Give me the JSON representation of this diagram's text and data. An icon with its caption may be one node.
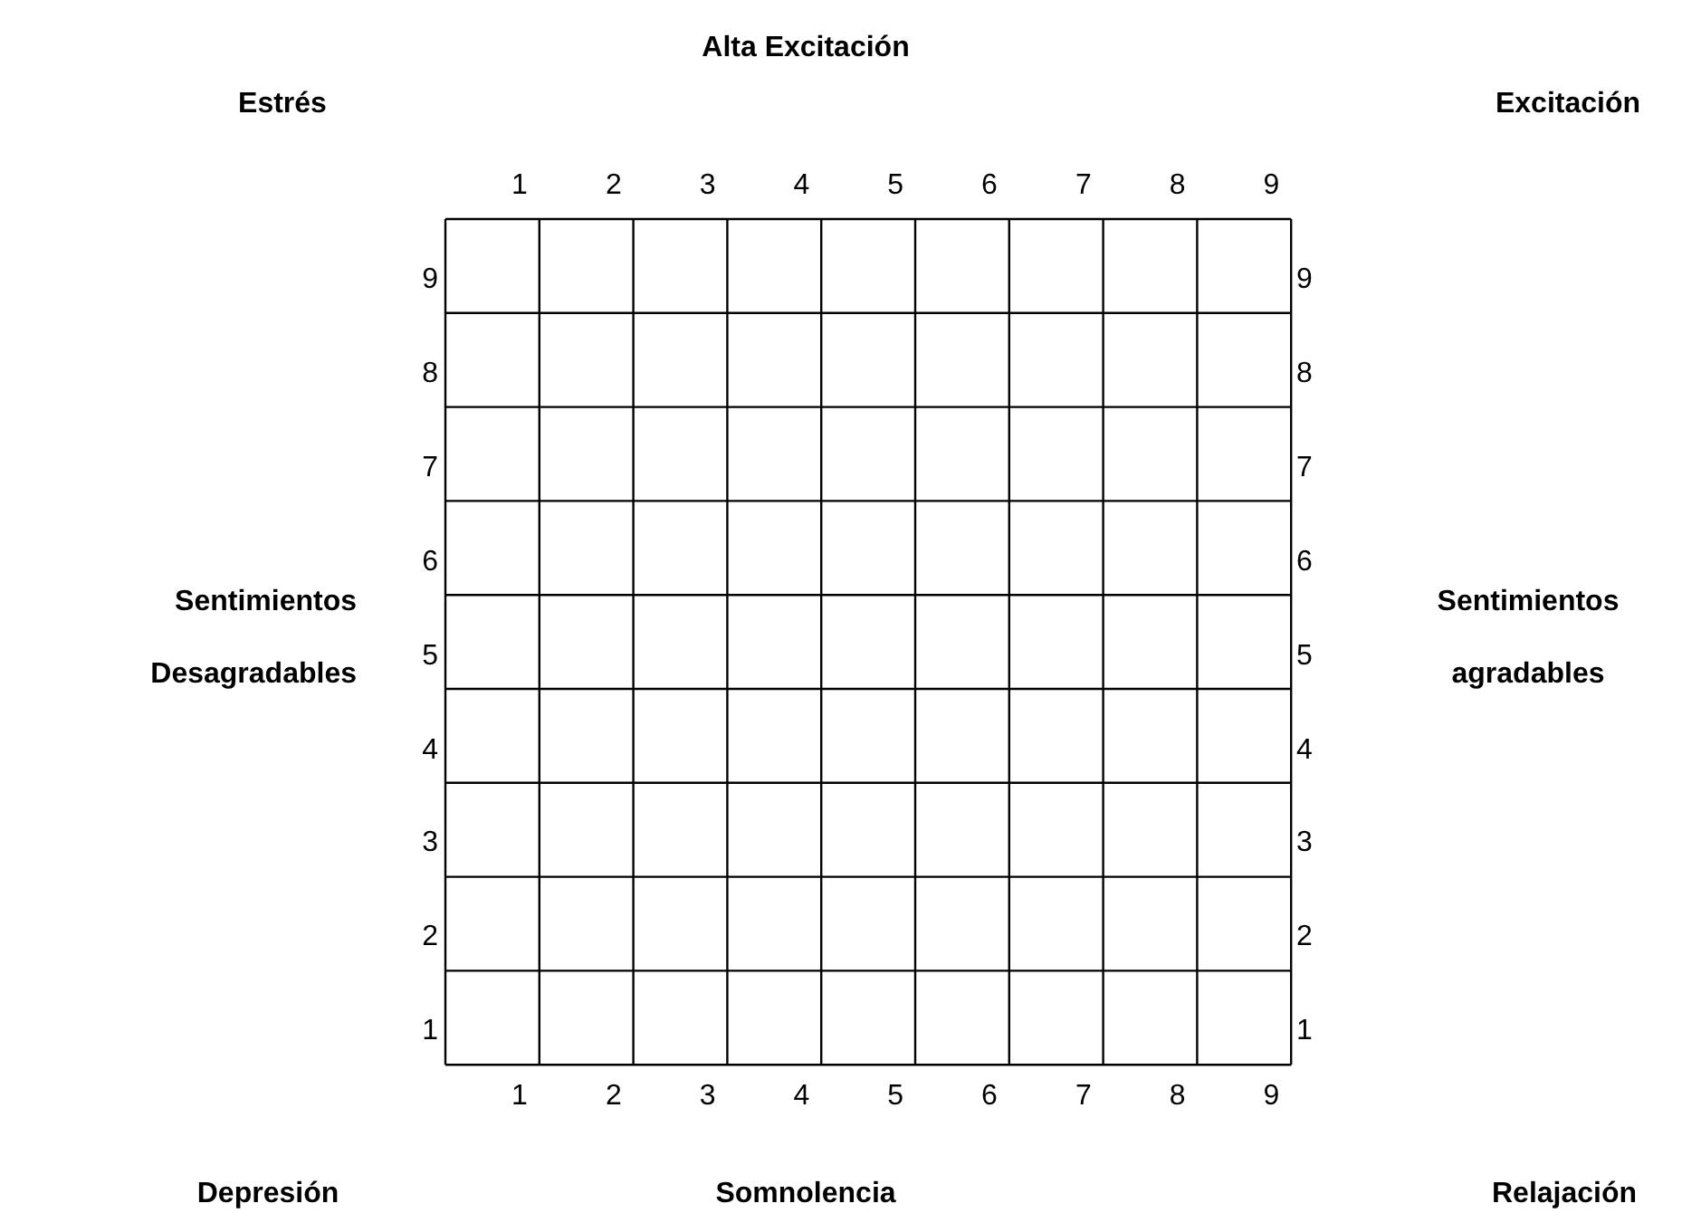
{
  "diagram": {
    "labels": [
      "Estrés",
      "Alta Excitación",
      "Excitación",
      "1",
      "2",
      "3",
      "4",
      "5",
      "6",
      "7",
      "8",
      "9",
      "9",
      "9",
      "8",
      "8",
      "7",
      "7",
      "6",
      "6",
      "5",
      "5",
      "4",
      "4",
      "3",
      "3",
      "2",
      "2",
      "1",
      "1",
      "Sentimientos Desagradables",
      "Sentimientos agradables",
      "1",
      "2",
      "3",
      "4",
      "5",
      "6",
      "7",
      "8",
      "9",
      "Depresión",
      "Somnolencia",
      "Relajación"
    ]
  }
}
